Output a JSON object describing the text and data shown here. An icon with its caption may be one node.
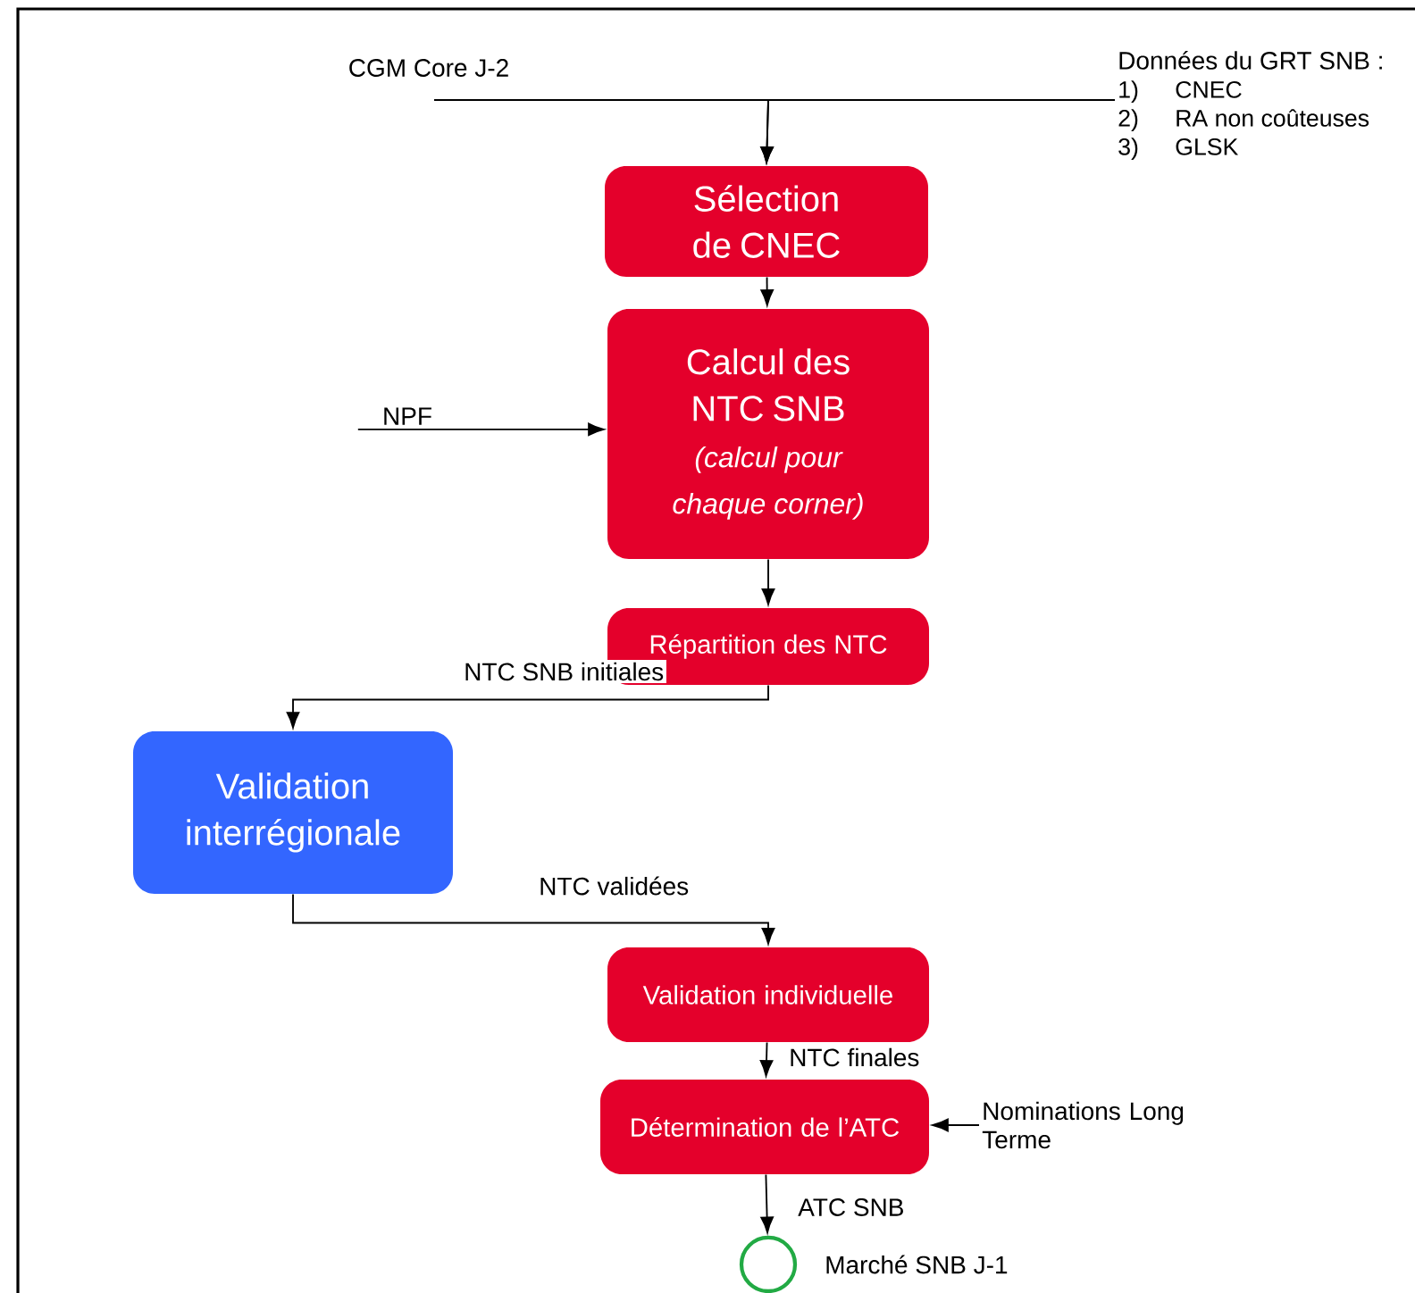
{
  "diagram": {
    "nodes": [
      {
        "text": [
          "CGM Core J-2"
        ]
      },
      {
        "text": [
          "Données du GRT SNB :",
          "1)",
          "CNEC",
          "2)",
          "RA non coûteuses",
          "3)",
          "GLSK"
        ]
      },
      {
        "text": [
          "Sélection de CNEC"
        ]
      },
      {
        "text": [
          "Calcul des NTC SNB",
          "(calcul pour chaque corner)"
        ]
      },
      {
        "text": [
          "NPF"
        ]
      },
      {
        "text": [
          "Répartition des NTC"
        ]
      },
      {
        "text": [
          "Validation interrégionale"
        ]
      },
      {
        "text": [
          "Validation individuelle"
        ]
      },
      {
        "text": [
          "Détermination de l’ATC"
        ]
      },
      {
        "text": [
          "Nominations Long Terme"
        ]
      },
      {
        "text": [],
        "shape": "circle",
        "beside": [
          "Marché SNB J-1"
        ]
      }
    ],
    "edges": [
      {
        "from": 0,
        "to": 2,
        "arrow": "to"
      },
      {
        "from": 1,
        "to": 2,
        "arrow": "to"
      },
      {
        "from": 2,
        "to": 3,
        "arrow": "to"
      },
      {
        "from": 4,
        "to": 3,
        "arrow": "to"
      },
      {
        "from": 3,
        "to": 5,
        "arrow": "to"
      },
      {
        "from": 5,
        "to": 6,
        "arrow": "to",
        "label": "NTC SNB initiales"
      },
      {
        "from": 6,
        "to": 7,
        "arrow": "to",
        "label": "NTC validées"
      },
      {
        "from": 7,
        "to": 8,
        "arrow": "to",
        "label": "NTC finales"
      },
      {
        "from": 9,
        "to": 8,
        "arrow": "to"
      },
      {
        "from": 8,
        "to": 10,
        "arrow": "to",
        "label": "ATC SNB"
      }
    ]
  }
}
